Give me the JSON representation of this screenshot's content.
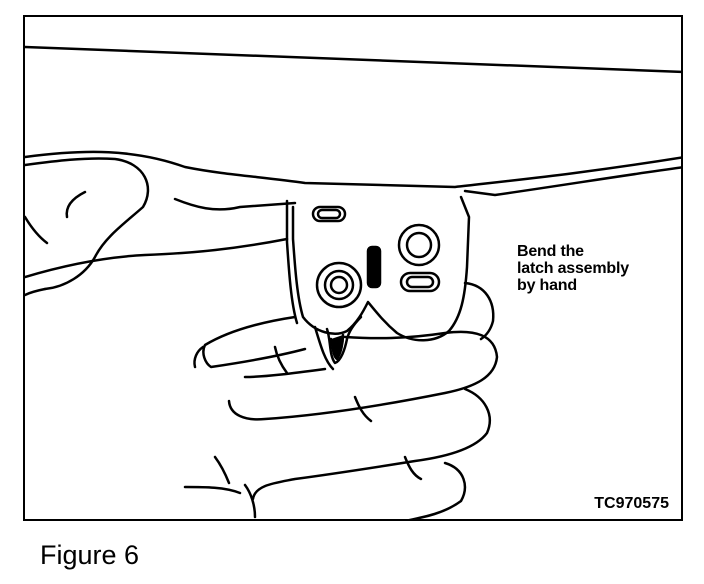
{
  "figure": {
    "callout_lines": [
      "Bend the",
      "latch assembly",
      "by hand"
    ],
    "figure_code": "TC970575",
    "caption": "Figure 6"
  }
}
